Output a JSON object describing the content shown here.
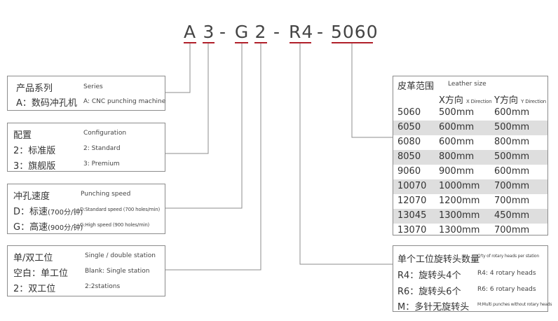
{
  "code": {
    "parts": [
      "A",
      "3",
      "G",
      "2",
      "R4",
      "5060"
    ],
    "separator": "-"
  },
  "series_box": {
    "title_zh": "产品系列",
    "title_en": "Series",
    "items": [
      {
        "zh": "A：数码冲孔机",
        "en": "A: CNC punching machine"
      }
    ]
  },
  "config_box": {
    "title_zh": "配置",
    "title_en": "Configuration",
    "items": [
      {
        "zh": "2：标准版",
        "en": "2: Standard"
      },
      {
        "zh": "3：旗舰版",
        "en": "3: Premium"
      }
    ]
  },
  "speed_box": {
    "title_zh": "冲孔速度",
    "title_en": "Punching speed",
    "items": [
      {
        "zh": "D：标速",
        "zh_small": "(700分/钟)",
        "en": "D:Standard speed (700 holes/min)"
      },
      {
        "zh": "G：高速",
        "zh_small": "(900分/钟)",
        "en": "G:High speed (900 holes/min)"
      }
    ]
  },
  "station_box": {
    "title_zh": "单/双工位",
    "title_en": "Single / double station",
    "items": [
      {
        "zh": "空白：单工位",
        "en": "Blank: Single station"
      },
      {
        "zh": "2：双工位",
        "en": "2:2stations"
      }
    ]
  },
  "leather_box": {
    "title_zh": "皮革范围",
    "title_en": "Leather size",
    "col_x_zh": "X方向",
    "col_x_en": "X Direction",
    "col_y_zh": "Y方向",
    "col_y_en": "Y Direction",
    "rows": [
      {
        "code": "5060",
        "x": "500mm",
        "y": "600mm"
      },
      {
        "code": "6050",
        "x": "600mm",
        "y": "500mm"
      },
      {
        "code": "6080",
        "x": "600mm",
        "y": "800mm"
      },
      {
        "code": "8050",
        "x": "800mm",
        "y": "500mm"
      },
      {
        "code": "9060",
        "x": "900mm",
        "y": "600mm"
      },
      {
        "code": "10070",
        "x": "1000mm",
        "y": "700mm"
      },
      {
        "code": "12070",
        "x": "1200mm",
        "y": "700mm"
      },
      {
        "code": "13045",
        "x": "1300mm",
        "y": "450mm"
      },
      {
        "code": "13070",
        "x": "1300mm",
        "y": "700mm"
      }
    ]
  },
  "heads_box": {
    "title_zh": "单个工位旋转头数量",
    "title_en": "Q'ty of rotary heads per station",
    "items": [
      {
        "zh": "R4：旋转头4个",
        "en": "R4: 4 rotary heads"
      },
      {
        "zh": "R6：旋转头6个",
        "en": "R6: 6 rotary heads"
      },
      {
        "zh": "M：多针无旋转头",
        "en": "M:Multi punches without rotary heads"
      }
    ]
  },
  "colors": {
    "accent_underline": "#b0202a",
    "line": "#8c8c8c",
    "row_shade": "#dedede",
    "text": "#333333"
  }
}
